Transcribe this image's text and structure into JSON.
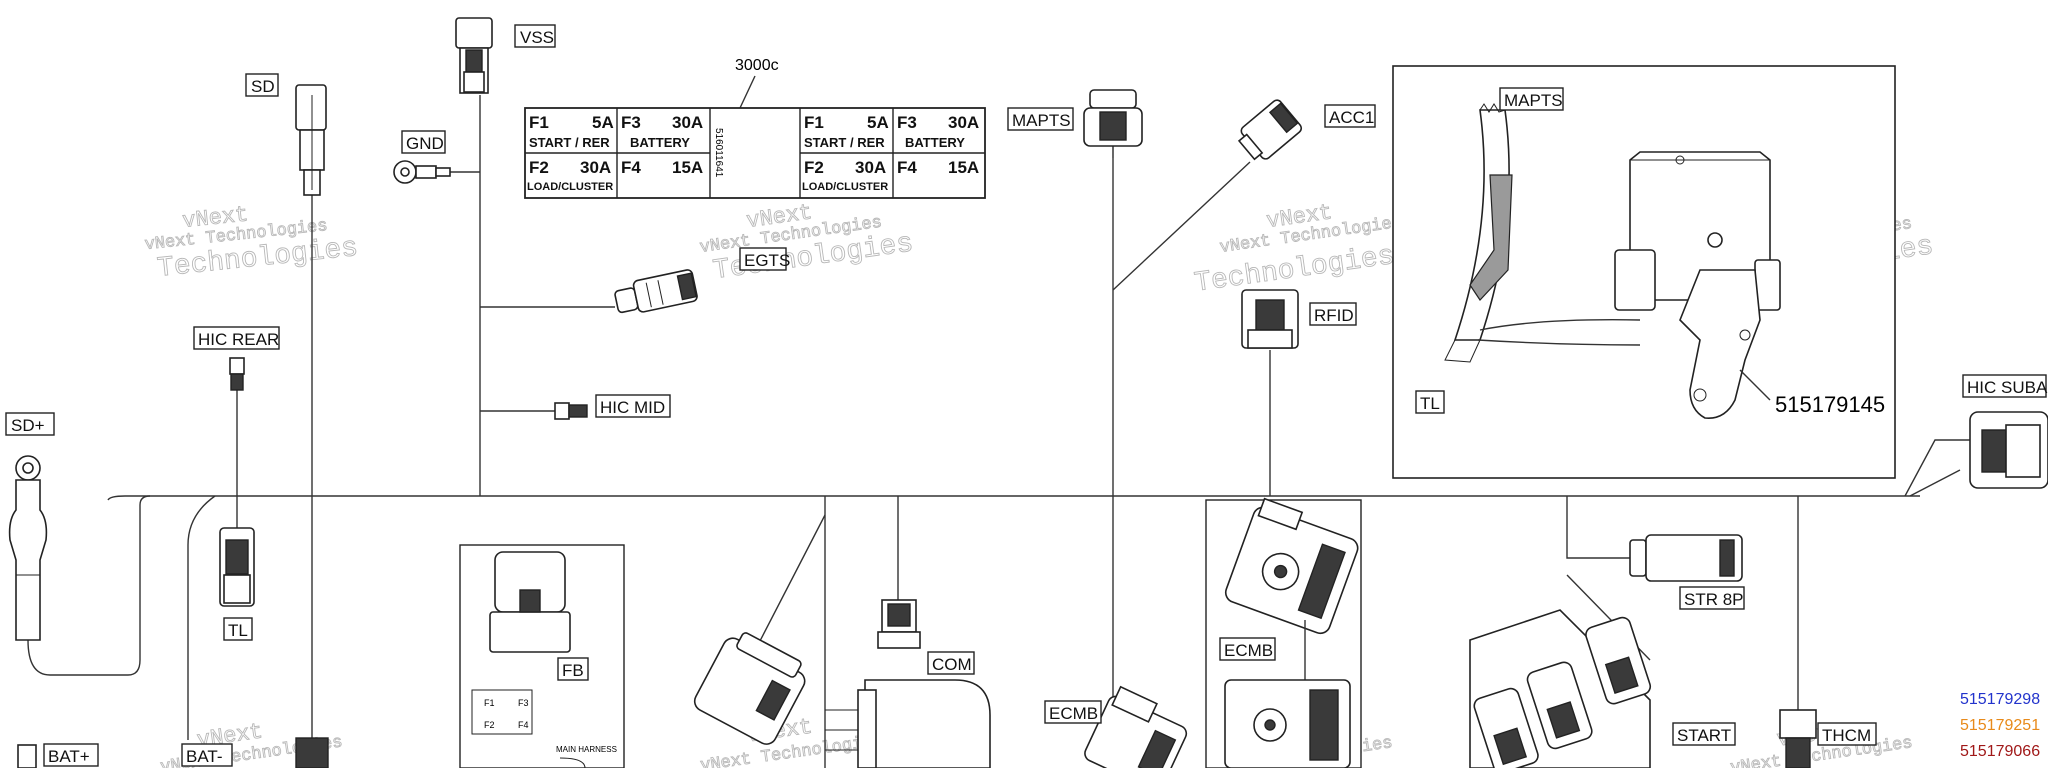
{
  "colors": {
    "line": "#222222",
    "watermark": "#b8b8b8",
    "pn_blue": "#2233cc",
    "pn_orange": "#e88a1a",
    "pn_red": "#a01818"
  },
  "labels": {
    "vss": "VSS",
    "sd": "SD",
    "gnd": "GND",
    "hic_rear": "HIC  REAR",
    "sd_plus": "SD+",
    "tl_left": "TL",
    "bat_plus": "BAT+",
    "bat_minus": "BAT-",
    "hic_mid": "HIC  MID",
    "egts": "EGTS",
    "fb": "FB",
    "com": "COM",
    "mapts": "MAPTS",
    "acc1": "ACC1",
    "rfid": "RFID",
    "ecmb_left": "ECMB",
    "ecmb_right": "ECMB",
    "mapts_inset": "MAPTS",
    "tl_inset": "TL",
    "hic_suba": "HIC SUBA",
    "str_8p": "STR 8P",
    "start": "START",
    "thcm": "THCM",
    "main_harness": "MAIN HARNESS",
    "fb_f1": "F1",
    "fb_f2": "F2",
    "fb_f3": "F3",
    "fb_f4": "F4"
  },
  "fuse_box": {
    "ref": "3000c",
    "part_number": "516011641",
    "f1": "F1",
    "f1_amp": "5A",
    "f1_desc": "START / RER",
    "f2": "F2",
    "f2_amp": "30A",
    "f2_desc": "LOAD/CLUSTER",
    "f3": "F3",
    "f3_amp": "30A",
    "f3_desc": "BATTERY",
    "f4": "F4",
    "f4_amp": "15A"
  },
  "inset": {
    "part_number": "515179145"
  },
  "part_numbers": [
    "515179298",
    "515179251",
    "515179066"
  ],
  "watermark": {
    "line1": "vNext Technologies",
    "line2": "vNext",
    "line3": "Technologies"
  }
}
